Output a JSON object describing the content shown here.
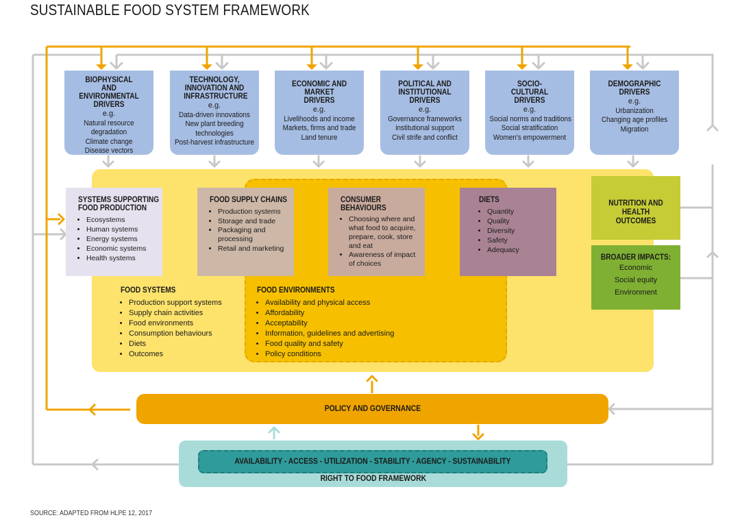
{
  "title": "SUSTAINABLE FOOD SYSTEM FRAMEWORK",
  "source": "SOURCE: ADAPTED FROM HLPE 12, 2017",
  "drivers": [
    {
      "title": "BIOPHYSICAL AND ENVIRONMENTAL DRIVERS",
      "eg": "e.g.",
      "items": [
        "Natural resource",
        "degradation",
        "Climate change",
        "Disease vectors"
      ]
    },
    {
      "title": "TECHNOLOGY, INNOVATION AND INFRASTRUCTURE",
      "eg": "e.g.",
      "items": [
        "Data-driven innovations",
        "New plant breeding",
        "technologies",
        "Post-harvest infrastructure"
      ]
    },
    {
      "title": "ECONOMIC AND MARKET DRIVERS",
      "eg": "e.g.",
      "items": [
        "Livelihoods and income",
        "Markets, firms and trade",
        "Land tenure"
      ]
    },
    {
      "title": "POLITICAL AND INSTITUTIONAL DRIVERS",
      "eg": "e.g.",
      "items": [
        "Governance frameworks",
        "institutional support",
        "Civil strife and conflict"
      ]
    },
    {
      "title": "SOCIO-CULTURAL DRIVERS",
      "eg": "e.g.",
      "items": [
        "Social norms and traditions",
        "Social stratification",
        "Women's empowerment"
      ]
    },
    {
      "title": "DEMOGRAPHIC DRIVERS",
      "eg": "e.g.",
      "items": [
        "Urbanization",
        "Changing age profiles",
        "Migration"
      ]
    }
  ],
  "systems_supporting": {
    "title": "SYSTEMS SUPPORTING FOOD PRODUCTION",
    "items": [
      "Ecosystems",
      "Human systems",
      "Energy systems",
      "Economic systems",
      "Health systems"
    ]
  },
  "supply_chains": {
    "title": "FOOD SUPPLY CHAINS",
    "items": [
      "Production systems",
      "Storage and trade",
      "Packaging and processing",
      "Retail and marketing"
    ]
  },
  "consumer": {
    "title": "CONSUMER BEHAVIOURS",
    "items": [
      "Choosing where and what food to acquire, prepare, cook, store and eat",
      "Awareness of impact of choices"
    ]
  },
  "diets": {
    "title": "DIETS",
    "items": [
      "Quantity",
      "Quality",
      "Diversity",
      "Safety",
      "Adequacy"
    ]
  },
  "nutrition": {
    "title": "NUTRITION AND HEALTH OUTCOMES"
  },
  "broader": {
    "title": "BROADER IMPACTS:",
    "items": [
      "Economic",
      "Social equity",
      "Environment"
    ]
  },
  "food_systems": {
    "title": "FOOD SYSTEMS",
    "items": [
      "Production support systems",
      "Supply chain activities",
      "Food environments",
      "Consumption behaviours",
      "Diets",
      "Outcomes"
    ]
  },
  "food_environments": {
    "title": "FOOD ENVIRONMENTS",
    "items": [
      "Availability and physical access",
      "Affordability",
      "Acceptability",
      "Information, guidelines and advertising",
      "Food quality and safety",
      "Policy conditions"
    ]
  },
  "policy": "POLICY AND GOVERNANCE",
  "rights": {
    "pillars": "AVAILABILITY - ACCESS - UTILIZATION - STABILITY - AGENCY - SUSTAINABILITY",
    "title": "RIGHT TO FOOD FRAMEWORK"
  },
  "colors": {
    "orange": "#f0a400",
    "grey": "#c8c8c8",
    "driver_blue": "#a6bde3",
    "yellow": "#fde36b",
    "dark_yellow": "#f6c000",
    "purple": "#a98394",
    "teal": "#2f9b9a"
  }
}
